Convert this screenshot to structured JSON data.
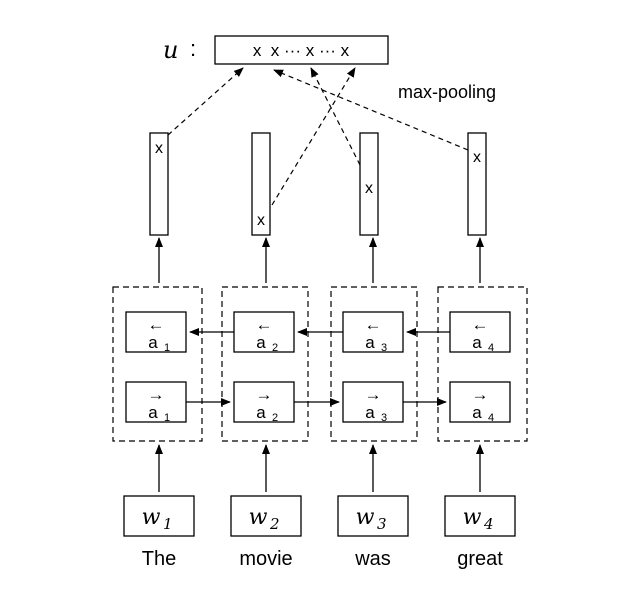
{
  "output": {
    "symbol": "u",
    "colon": ":",
    "vector_text": "x  x ··· x ··· x"
  },
  "pooling_label": "max-pooling",
  "hidden_mark": "x",
  "columns": [
    {
      "word": "The",
      "token": "w",
      "index": "1"
    },
    {
      "word": "movie",
      "token": "w",
      "index": "2"
    },
    {
      "word": "was",
      "token": "w",
      "index": "3"
    },
    {
      "word": "great",
      "token": "w",
      "index": "4"
    }
  ],
  "state_var": "a",
  "backward_arrow": "←",
  "forward_arrow": "→"
}
